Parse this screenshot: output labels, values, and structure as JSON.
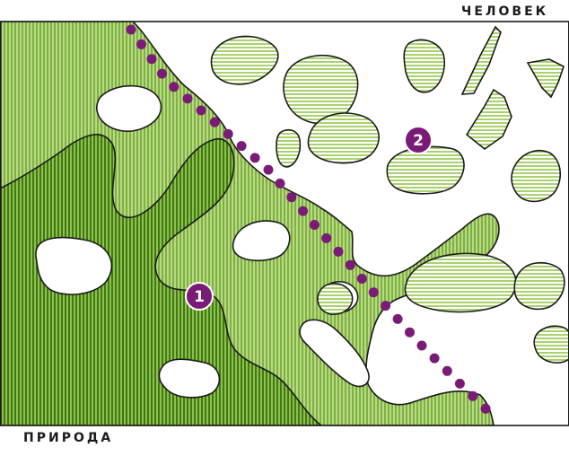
{
  "labels": {
    "top_right": "ЧЕЛОВЕК",
    "bottom_left": "ПРИРОДА"
  },
  "markers": [
    {
      "id": "1",
      "text": "1"
    },
    {
      "id": "2",
      "text": "2"
    }
  ],
  "colors": {
    "light_green": "#8fbf4f",
    "dark_green": "#5f9a26",
    "pale_green": "#cfe6a6",
    "marker_purple": "#7b1b78",
    "outline": "#1a1a1a"
  }
}
